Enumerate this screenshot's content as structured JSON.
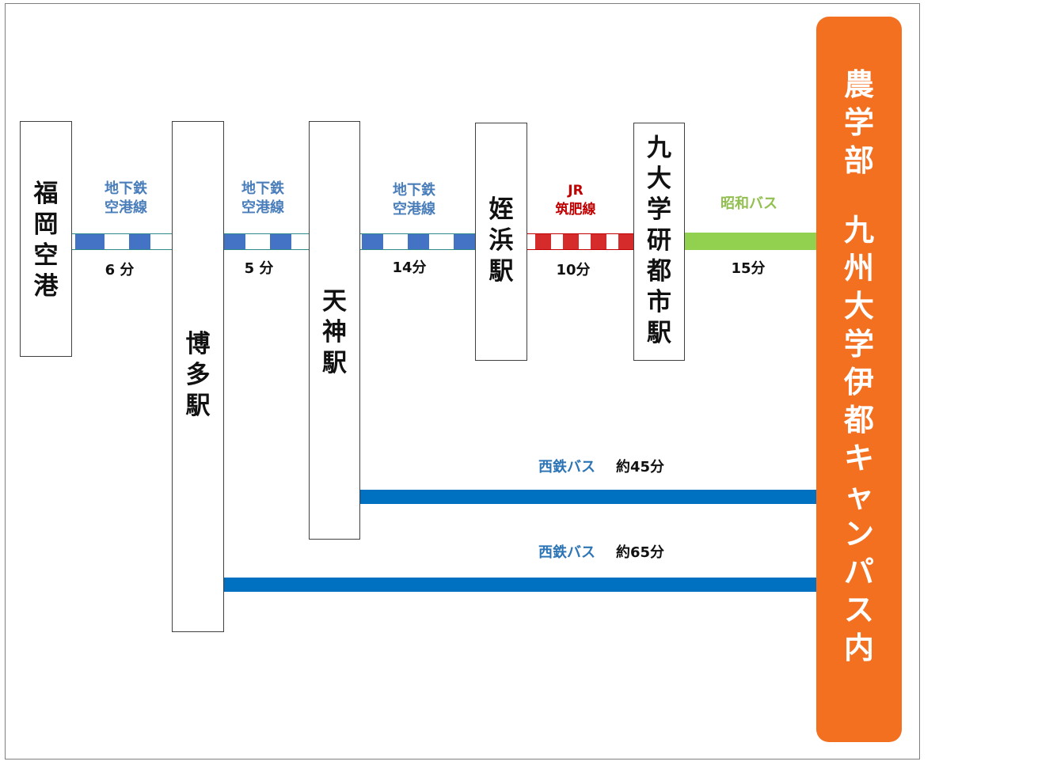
{
  "stations": {
    "fukuoka_airport": "福岡空港",
    "hakata": "博多駅",
    "tenjin": "天神駅",
    "meinohama": "姪浜駅",
    "kyudai_gakkentoshi": "九大学研都市駅"
  },
  "destination": {
    "line1": "農学部",
    "line2": "九州大学伊都キャンパス内"
  },
  "segments": {
    "airport_hakata": {
      "line": "地下鉄\n空港線",
      "time": "6 分"
    },
    "hakata_tenjin": {
      "line": "地下鉄\n空港線",
      "time": "5 分"
    },
    "tenjin_meinohama": {
      "line": "地下鉄\n空港線",
      "time": "14分"
    },
    "meinohama_kyudai": {
      "line": "JR\n筑肥線",
      "time": "10分"
    },
    "kyudai_dest": {
      "line": "昭和バス",
      "time": "15分"
    },
    "tenjin_bus": {
      "line": "西鉄バス",
      "time": "約45分"
    },
    "hakata_bus": {
      "line": "西鉄バス",
      "time": "約65分"
    }
  },
  "colors": {
    "subway": "#4472c4",
    "jr": "#d62b2b",
    "showa_bus": "#92d050",
    "nishitetsu_bus": "#0070c0",
    "destination": "#f37021"
  }
}
